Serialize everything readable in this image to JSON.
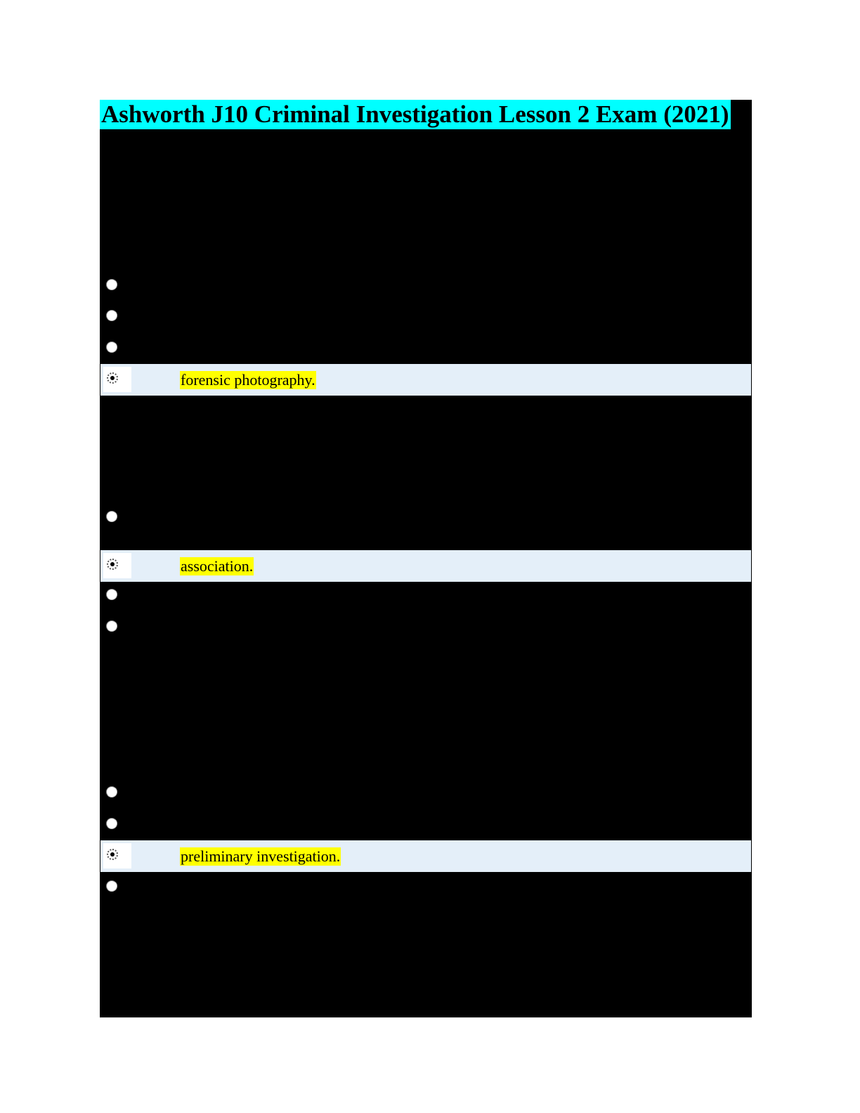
{
  "document": {
    "title": "Ashworth J10 Criminal Investigation Lesson 2 Exam (2021)",
    "colors": {
      "title_highlight": "#00ffff",
      "redaction": "#000000",
      "answer_row_bg": "#e4eff9",
      "answer_highlight": "#ffff00"
    }
  },
  "questions": [
    {
      "unselected_options": 3,
      "selected_answer": "forensic photography."
    },
    {
      "unselected_options_before": 1,
      "selected_answer": "association.",
      "unselected_options_after": 2
    },
    {
      "unselected_options": 2,
      "selected_answer": "preliminary investigation.",
      "unselected_options_after": 1
    }
  ]
}
